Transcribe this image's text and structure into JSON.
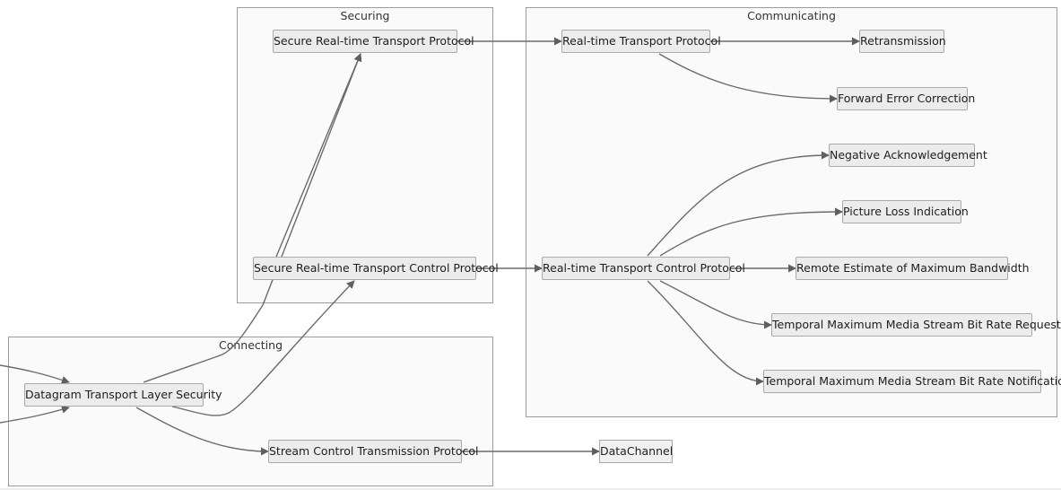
{
  "groups": {
    "securing": {
      "title": "Securing"
    },
    "communicating": {
      "title": "Communicating"
    },
    "connecting": {
      "title": "Connecting"
    }
  },
  "nodes": {
    "srtp": "Secure Real-time Transport Protocol",
    "srtcp": "Secure Real-time Transport Control Protocol",
    "rtp": "Real-time Transport Protocol",
    "retransmission": "Retransmission",
    "fec": "Forward Error Correction",
    "nack": "Negative Acknowledgement",
    "pli": "Picture Loss Indication",
    "rtcp": "Real-time Transport Control Protocol",
    "remb": "Remote Estimate of Maximum Bandwidth",
    "tmmbr": "Temporal Maximum Media Stream Bit Rate Request",
    "tmmbn": "Temporal Maximum Media Stream Bit Rate Notification",
    "dtls": "Datagram Transport Layer Security",
    "sctp": "Stream Control Transmission Protocol",
    "datachannel": "DataChannel"
  },
  "edges": [
    {
      "from": "srtp",
      "to": "rtp"
    },
    {
      "from": "rtp",
      "to": "retransmission"
    },
    {
      "from": "rtp",
      "to": "fec"
    },
    {
      "from": "srtcp",
      "to": "srtp"
    },
    {
      "from": "srtcp",
      "to": "rtcp"
    },
    {
      "from": "rtcp",
      "to": "nack"
    },
    {
      "from": "rtcp",
      "to": "pli"
    },
    {
      "from": "rtcp",
      "to": "remb"
    },
    {
      "from": "rtcp",
      "to": "tmmbr"
    },
    {
      "from": "rtcp",
      "to": "tmmbn"
    },
    {
      "from": "dtls",
      "to": "srtp"
    },
    {
      "from": "dtls",
      "to": "srtcp"
    },
    {
      "from": "dtls",
      "to": "sctp"
    },
    {
      "from": "sctp",
      "to": "datachannel"
    },
    {
      "from": "",
      "to": "dtls"
    },
    {
      "from": "",
      "to": "dtls"
    }
  ]
}
